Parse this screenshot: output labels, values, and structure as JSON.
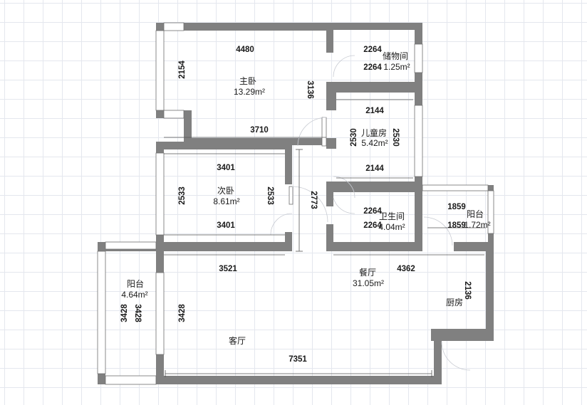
{
  "rooms": {
    "master_bedroom": {
      "name": "主卧",
      "area": "13.29m²"
    },
    "storage": {
      "name": "储物间",
      "area": "1.25m²"
    },
    "kids_room": {
      "name": "儿童房",
      "area": "5.42m²"
    },
    "second_bedroom": {
      "name": "次卧",
      "area": "8.61m²"
    },
    "bathroom": {
      "name": "卫生间",
      "area": "4.04m²"
    },
    "balcony_right": {
      "name": "阳台",
      "area": "1.72m²"
    },
    "balcony_left": {
      "name": "阳台",
      "area": "4.64m²"
    },
    "dining": {
      "name": "餐厅",
      "area": "31.05m²"
    },
    "kitchen": {
      "name": "厨房"
    },
    "living_room": {
      "name": "客厅"
    }
  },
  "dimensions": {
    "master_top": "4480",
    "master_left": "2154",
    "master_right": "3136",
    "master_bottom": "3710",
    "storage_top": "2264",
    "storage_bottom": "2264",
    "kids_top": "2144",
    "kids_left": "2530",
    "kids_right": "2530",
    "kids_bottom": "2144",
    "second_top": "3401",
    "second_left": "2533",
    "second_right": "2533",
    "second_bottom": "3401",
    "corridor": "2773",
    "bath_top": "2264",
    "bath_bottom": "2264",
    "balcony_r_top": "1859",
    "balcony_r_bottom": "1859",
    "living_top": "3521",
    "dining_top": "4362",
    "kitchen_right": "2136",
    "living_left": "3428",
    "balcony_l_left": "3428",
    "balcony_l_right": "3428",
    "living_bottom": "7351"
  },
  "colors": {
    "wall": "#808080",
    "grid": "#e4e7ee",
    "background": "#ffffff"
  }
}
